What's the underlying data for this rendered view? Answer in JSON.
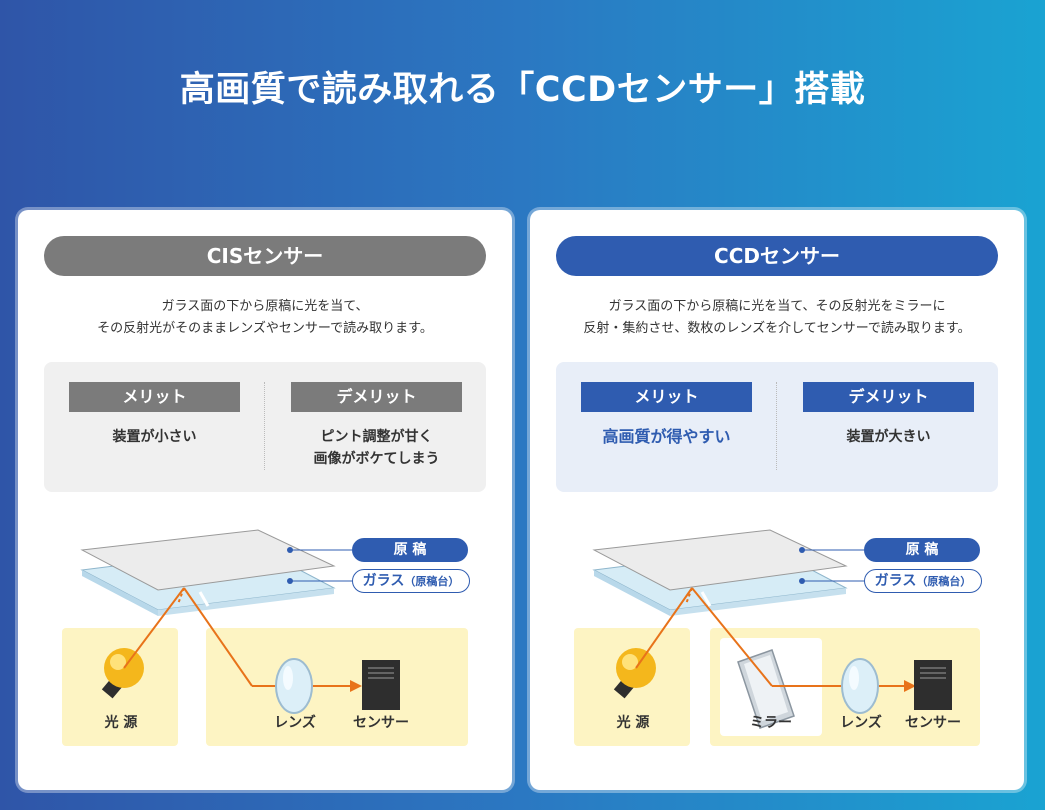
{
  "title": "高画質で読み取れる「CCDセンサー」搭載",
  "colors": {
    "accent_blue": "#2f5cb0",
    "gray": "#7b7b7b",
    "ray_orange": "#e8731a",
    "yellow_box": "#fdf4c3"
  },
  "cis": {
    "heading": "CISセンサー",
    "desc_line1": "ガラス面の下から原稿に光を当て、",
    "desc_line2": "その反射光がそのままレンズやセンサーで読み取ります。",
    "merit_label": "メリット",
    "merit_text": "装置が小さい",
    "demerit_label": "デメリット",
    "demerit_line1": "ピント調整が甘く",
    "demerit_line2": "画像がボケてしまう",
    "label_document": "原 稿",
    "label_glass": "ガラス",
    "label_glass_sub": "（原稿台）",
    "label_light": "光 源",
    "label_lens": "レンズ",
    "label_sensor": "センサー"
  },
  "ccd": {
    "heading": "CCDセンサー",
    "desc_line1": "ガラス面の下から原稿に光を当て、その反射光をミラーに",
    "desc_line2": "反射・集約させ、数枚のレンズを介してセンサーで読み取ります。",
    "merit_label": "メリット",
    "merit_text": "高画質が得やすい",
    "demerit_label": "デメリット",
    "demerit_text": "装置が大きい",
    "label_document": "原 稿",
    "label_glass": "ガラス",
    "label_glass_sub": "（原稿台）",
    "label_light": "光 源",
    "label_mirror": "ミラー",
    "label_lens": "レンズ",
    "label_sensor": "センサー"
  }
}
